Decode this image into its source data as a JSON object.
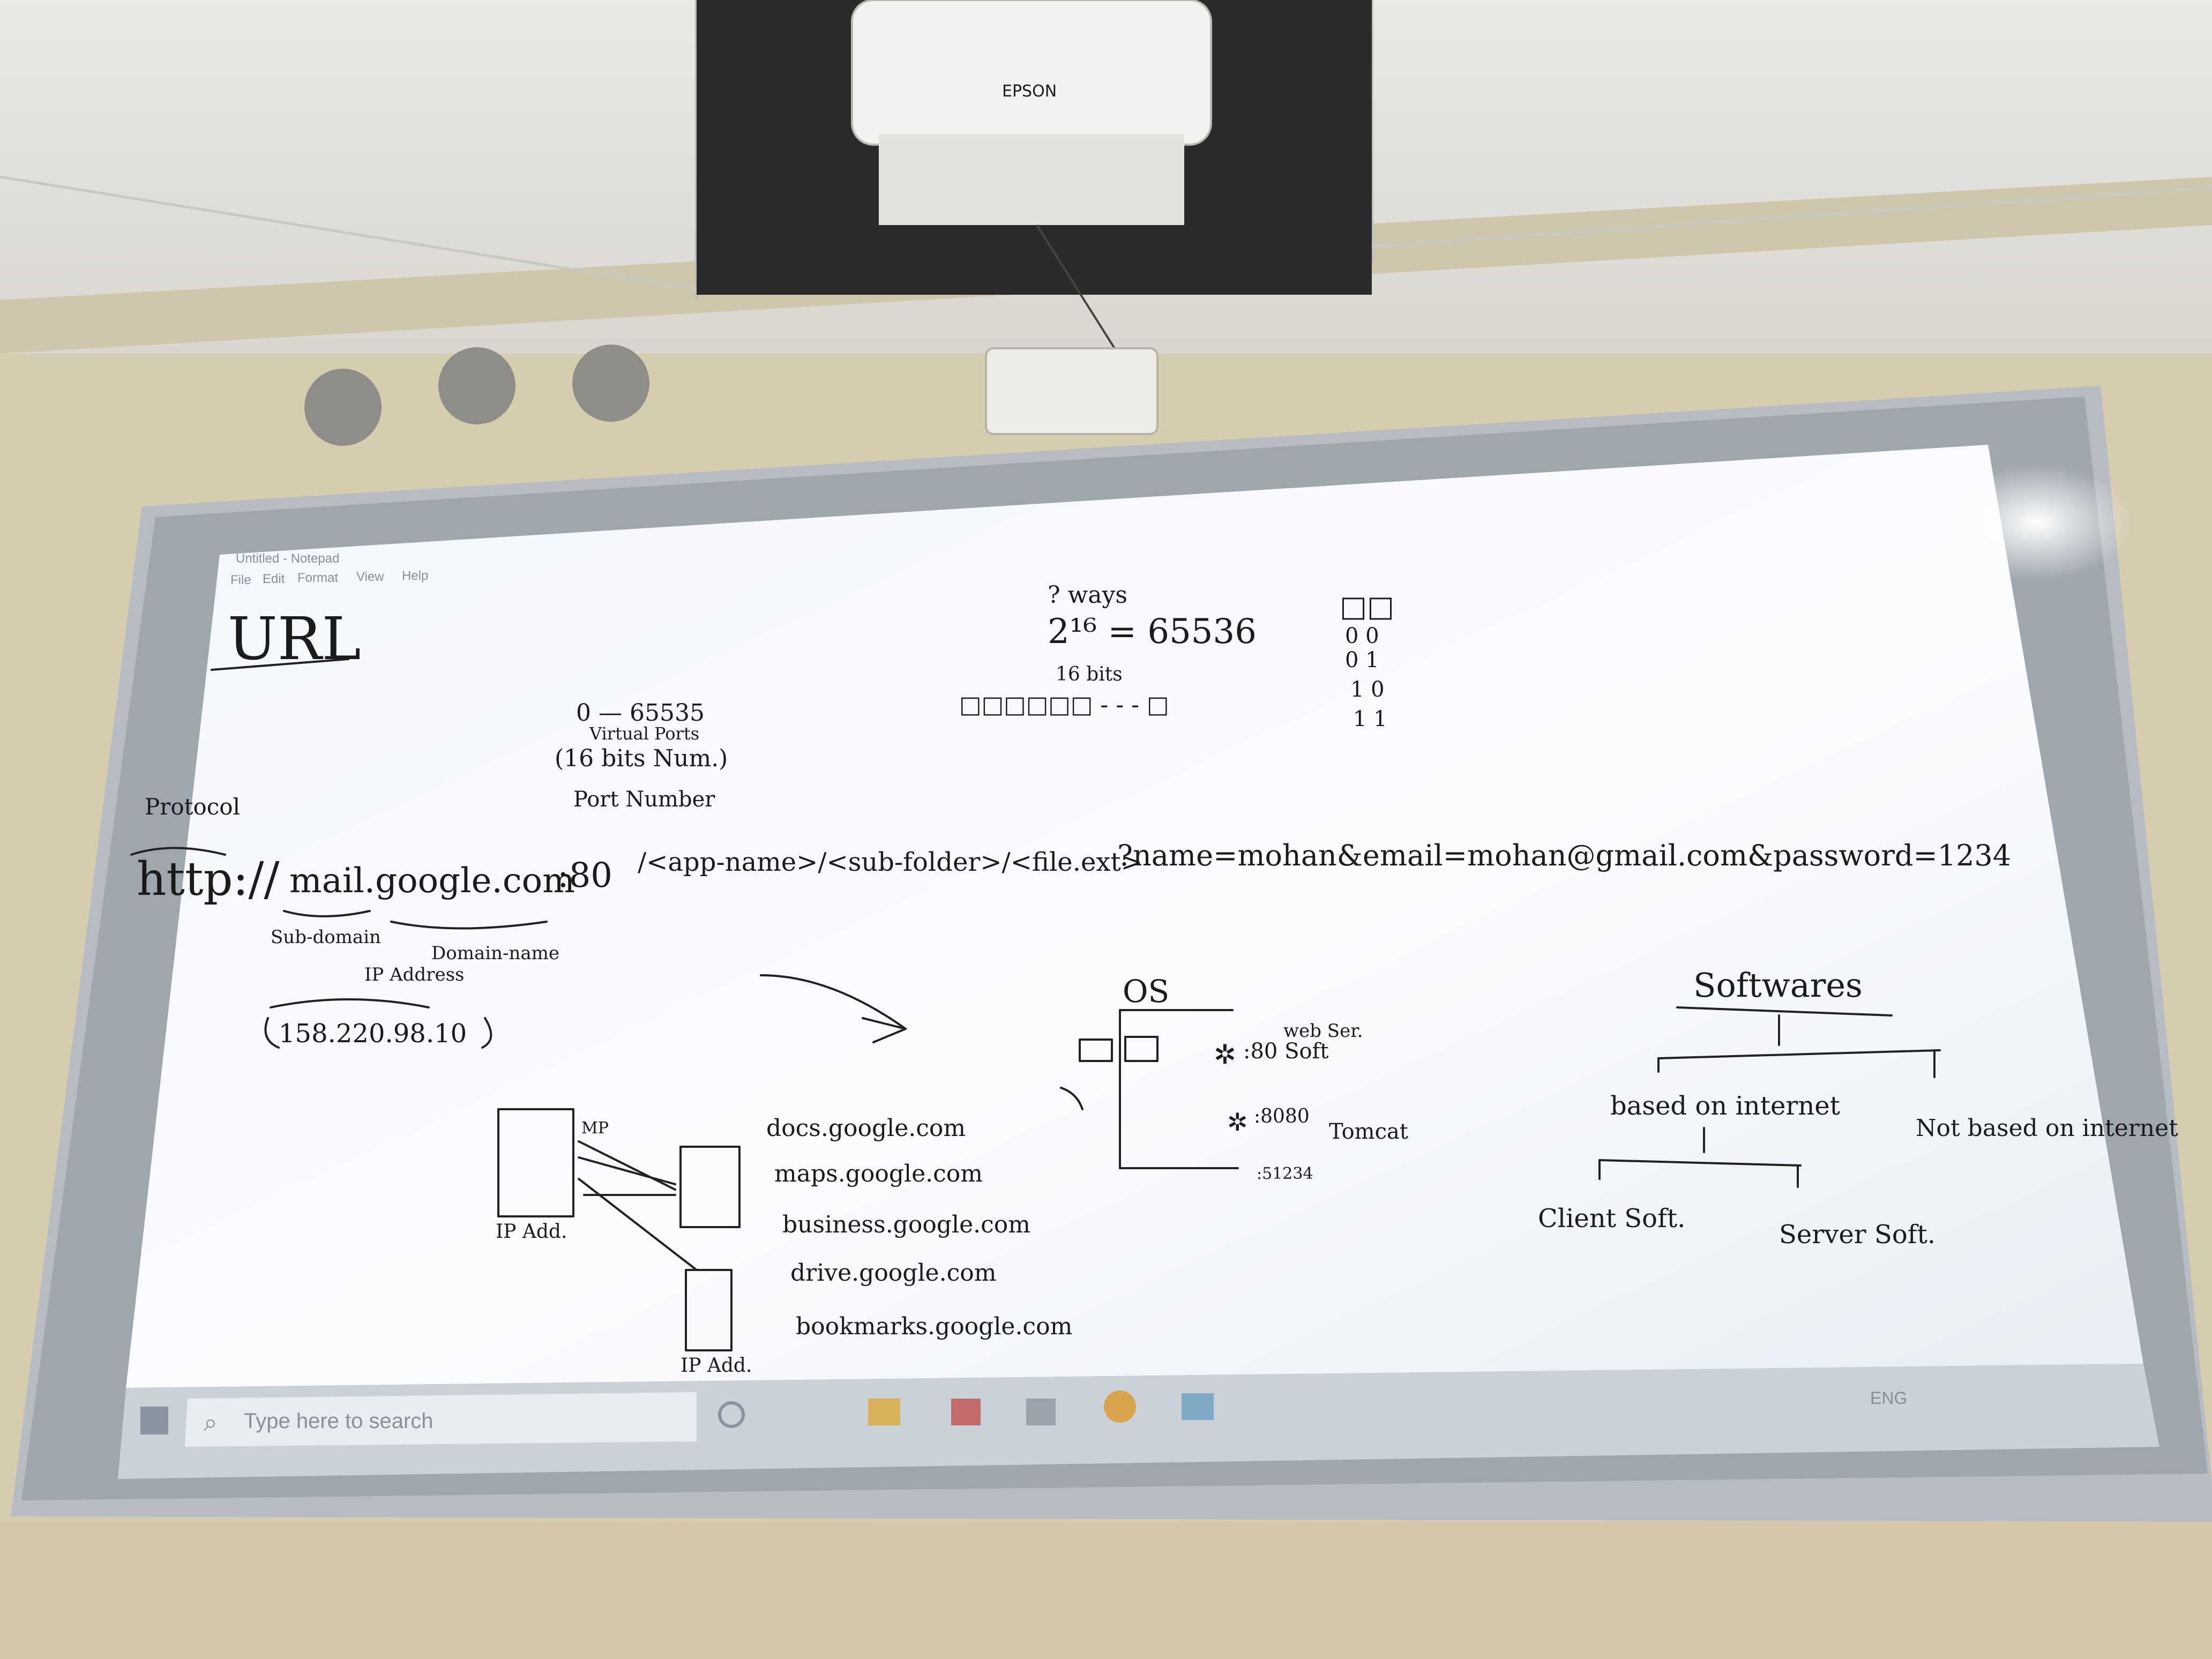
{
  "window": {
    "title": "Untitled - Notepad",
    "menu": [
      "File",
      "Edit",
      "Format",
      "View",
      "Help"
    ]
  },
  "projector_brand": "EPSON",
  "heading": "URL",
  "url_line": {
    "protocol_part": "http://",
    "host_part": "mail.google.com",
    "port_part": ":80",
    "path_part": "/<app-name>/<sub-folder>/<file.ext>",
    "query_part": "?name=mohan&email=mohan@gmail.com&password=1234"
  },
  "labels": {
    "protocol": "Protocol",
    "port_number": "Port Number",
    "port_range": "0 — 65535",
    "virtual_ports": "Virtual Ports",
    "sixteen_bits_num": "(16 bits Num.)",
    "sub_domain": "Sub-domain",
    "domain_name": "Domain-name",
    "ip_address": "IP Address",
    "ip_value": "158.220.98.10"
  },
  "math": {
    "ways": "? ways",
    "formula": "2¹⁶ = 65536",
    "bits": "16 bits",
    "boxes": "□□□□□□ - - - □",
    "bit_cols": [
      "0 0",
      "0 1",
      "1 0",
      "1 1"
    ]
  },
  "os_diagram": {
    "os": "OS",
    "web_server": "web Ser.",
    "port_80": ":80 Soft",
    "port_8080": ":8080",
    "tomcat": "Tomcat",
    "port_51234": ":51234"
  },
  "left_diagram": {
    "ip_addr_1": "IP Add.",
    "ip_addr_2": "IP Add.",
    "mp": "MP"
  },
  "subdomains": [
    "docs.google.com",
    "maps.google.com",
    "business.google.com",
    "drive.google.com",
    "bookmarks.google.com"
  ],
  "softwares": {
    "title": "Softwares",
    "based_on_internet": "based on internet",
    "not_based_on_internet": "Not based on internet",
    "client_soft": "Client Soft.",
    "server_soft": "Server Soft."
  },
  "taskbar": {
    "search_placeholder": "Type here to search",
    "lang": "ENG"
  }
}
